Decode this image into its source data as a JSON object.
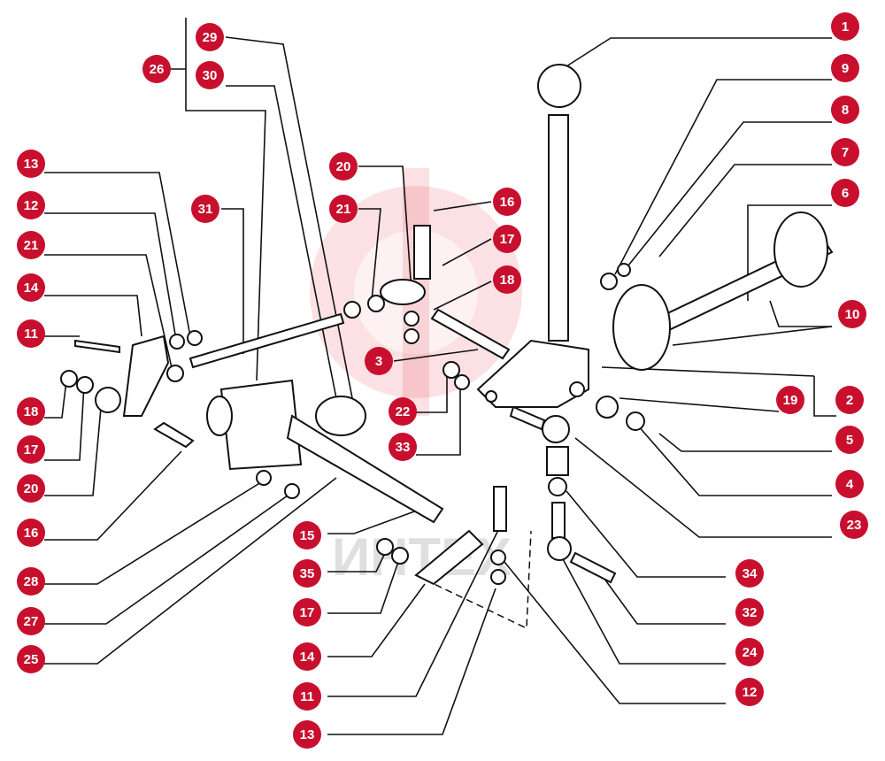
{
  "diagram": {
    "callout_color": "#c8102e",
    "watermark_color": "#e01a2a",
    "watermark_text": "ИНТЕХ",
    "callouts": [
      {
        "id": "c-1",
        "label": "1"
      },
      {
        "id": "c-9",
        "label": "9"
      },
      {
        "id": "c-8",
        "label": "8"
      },
      {
        "id": "c-7",
        "label": "7"
      },
      {
        "id": "c-6",
        "label": "6"
      },
      {
        "id": "c-10",
        "label": "10"
      },
      {
        "id": "c-2",
        "label": "2"
      },
      {
        "id": "c-19",
        "label": "19"
      },
      {
        "id": "c-5",
        "label": "5"
      },
      {
        "id": "c-4",
        "label": "4"
      },
      {
        "id": "c-23",
        "label": "23"
      },
      {
        "id": "c-34",
        "label": "34"
      },
      {
        "id": "c-32",
        "label": "32"
      },
      {
        "id": "c-24",
        "label": "24"
      },
      {
        "id": "c-12r",
        "label": "12"
      },
      {
        "id": "c-29",
        "label": "29"
      },
      {
        "id": "c-30",
        "label": "30"
      },
      {
        "id": "c-26",
        "label": "26"
      },
      {
        "id": "c-13",
        "label": "13"
      },
      {
        "id": "c-12",
        "label": "12"
      },
      {
        "id": "c-21",
        "label": "21"
      },
      {
        "id": "c-14",
        "label": "14"
      },
      {
        "id": "c-11",
        "label": "11"
      },
      {
        "id": "c-18",
        "label": "18"
      },
      {
        "id": "c-17",
        "label": "17"
      },
      {
        "id": "c-20",
        "label": "20"
      },
      {
        "id": "c-16",
        "label": "16"
      },
      {
        "id": "c-28",
        "label": "28"
      },
      {
        "id": "c-27",
        "label": "27"
      },
      {
        "id": "c-25",
        "label": "25"
      },
      {
        "id": "c-31",
        "label": "31"
      },
      {
        "id": "c-20b",
        "label": "20"
      },
      {
        "id": "c-21b",
        "label": "21"
      },
      {
        "id": "c-16b",
        "label": "16"
      },
      {
        "id": "c-17b",
        "label": "17"
      },
      {
        "id": "c-18b",
        "label": "18"
      },
      {
        "id": "c-3",
        "label": "3"
      },
      {
        "id": "c-22",
        "label": "22"
      },
      {
        "id": "c-33",
        "label": "33"
      },
      {
        "id": "c-15",
        "label": "15"
      },
      {
        "id": "c-35",
        "label": "35"
      },
      {
        "id": "c-17c",
        "label": "17"
      },
      {
        "id": "c-14b",
        "label": "14"
      },
      {
        "id": "c-11b",
        "label": "11"
      },
      {
        "id": "c-13b",
        "label": "13"
      }
    ]
  }
}
